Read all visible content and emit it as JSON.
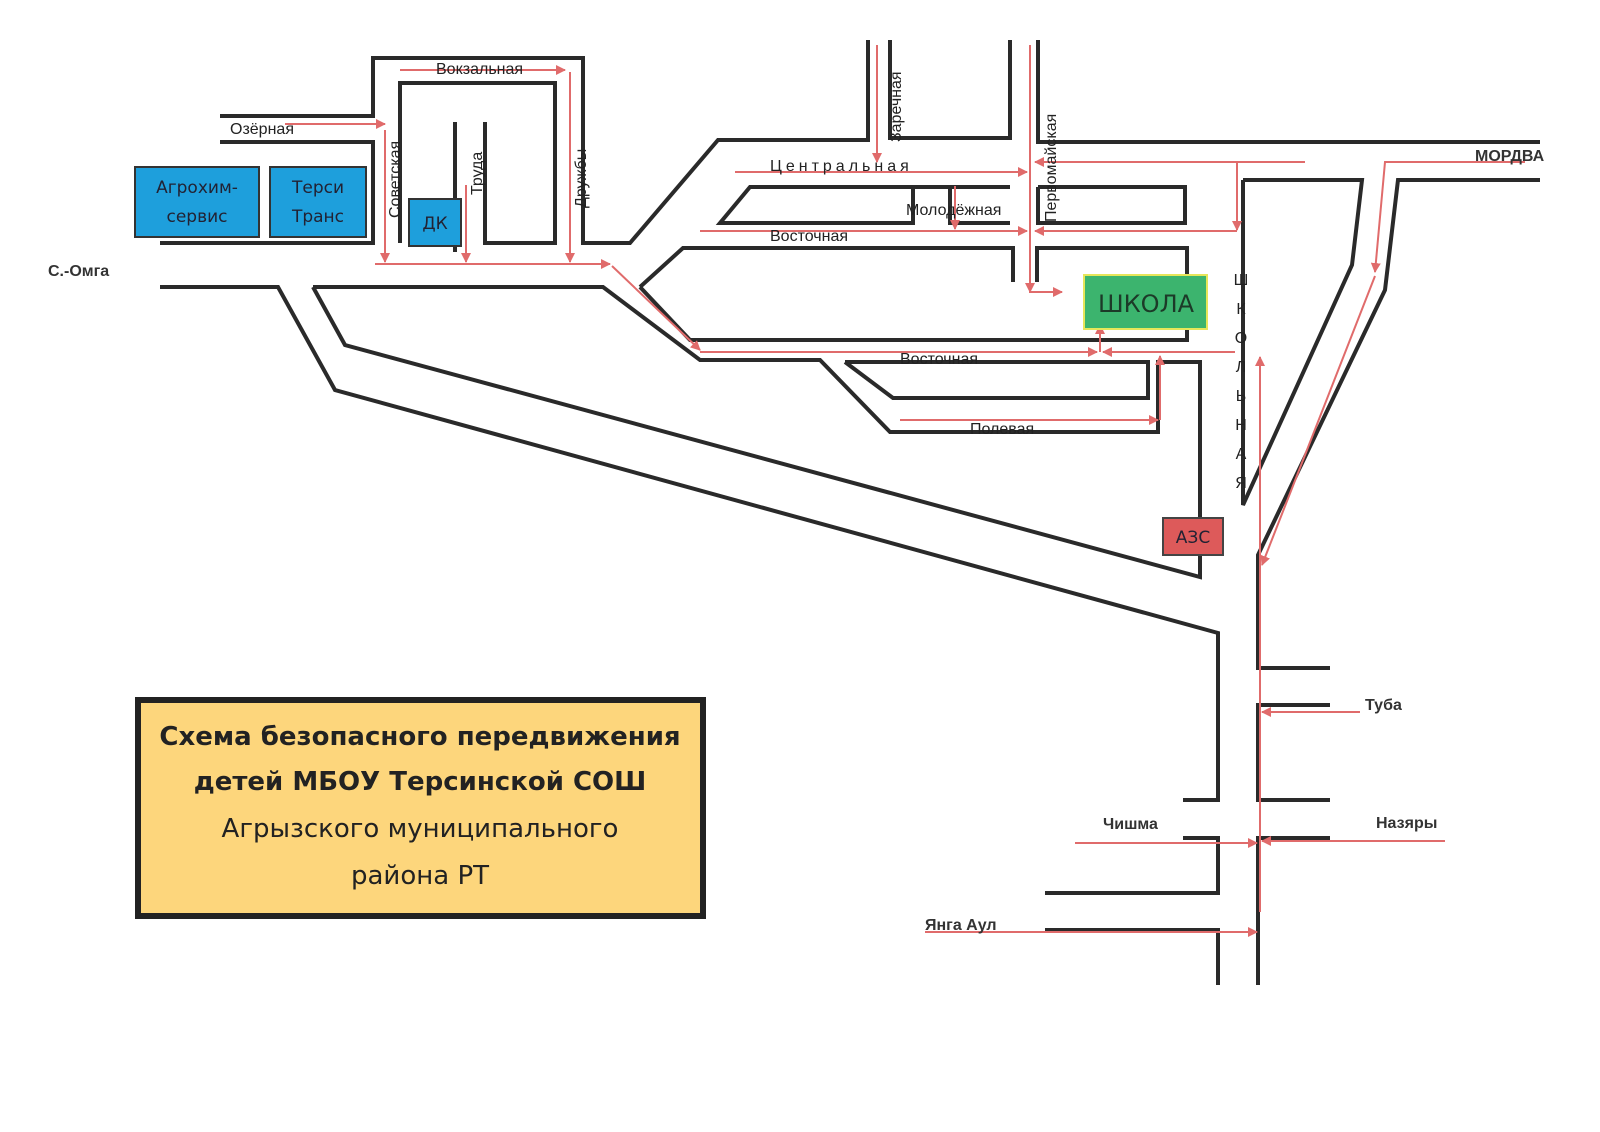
{
  "map": {
    "title_lines": [
      "Схема безопасного передвижения",
      "детей МБОУ Терсинской СОШ",
      "Агрызского муниципального",
      "района РТ"
    ],
    "streets": {
      "ozernaya": "Озёрная",
      "vokzalnaya": "Вокзальная",
      "sovetskaya": "Советская",
      "truda": "Труда",
      "druzhby": "Дружбы",
      "zarechnaya": "Заречная",
      "pervomayskaya": "Первомайская",
      "tsentralnaya": "Центральная",
      "molodezhnaya": "Молодёжная",
      "vostochnaya_upper": "Восточная",
      "vostochnaya_lower": "Восточная",
      "polevaya": "Полевая",
      "shkolnaya_letters": [
        "Ш",
        "К",
        "О",
        "Л",
        "Ь",
        "Н",
        "А",
        "Я"
      ]
    },
    "directions": {
      "s_omga": "С.-Омга",
      "mordva": "МОРДВА",
      "tuba": "Туба",
      "nazyary": "Назяры",
      "chishma": "Чишма",
      "yanga_aul": "Янга Аул"
    },
    "buildings": {
      "agrokhim_line1": "Агрохим-",
      "agrokhim_line2": "сервис",
      "tersi_line1": "Терси",
      "tersi_line2": "Транс",
      "dk": "ДК",
      "school": "ШКОЛА",
      "gas_station": "АЗС"
    },
    "colors": {
      "route": "#e06b6b",
      "building_blue": "#1e9fdc",
      "school_green": "#3cb46e",
      "gas_red": "#dd5a5a",
      "title_bg": "#fdd67c"
    }
  }
}
